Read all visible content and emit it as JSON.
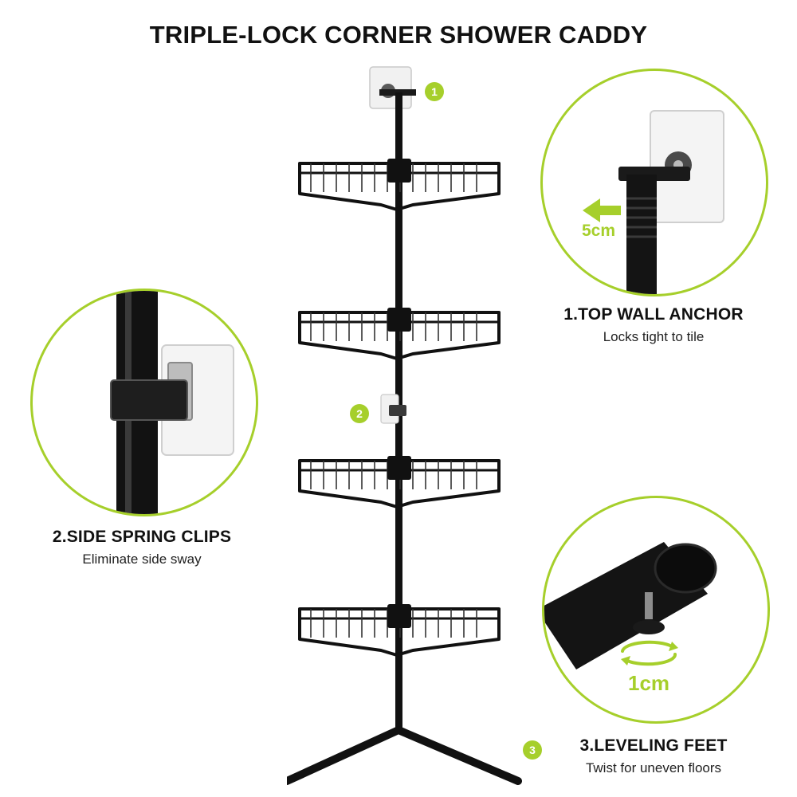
{
  "title": "TRIPLE-LOCK CORNER SHOWER CADDY",
  "accent_color": "#a6cf2b",
  "product_color": "#111111",
  "features": [
    {
      "badge": "1",
      "heading": "1.TOP WALL ANCHOR",
      "subtext": "Locks tight to tile",
      "measurement": "5cm",
      "icon": "arrow-left-icon"
    },
    {
      "badge": "2",
      "heading": "2.SIDE SPRING CLIPS",
      "subtext": "Eliminate side sway"
    },
    {
      "badge": "3",
      "heading": "3.LEVELING FEET",
      "subtext": "Twist for uneven floors",
      "measurement": "1cm",
      "icon": "rotate-arrows-icon"
    }
  ],
  "shelf_count": 4
}
